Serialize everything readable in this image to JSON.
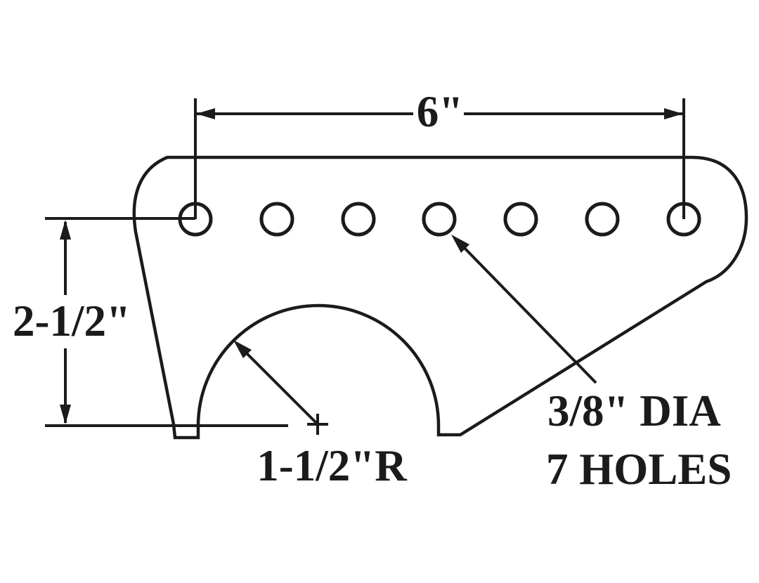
{
  "drawing": {
    "title": "suspension-bracket-dimension-drawing",
    "background": "#ffffff",
    "ink": "#1b1b1b",
    "labels": {
      "span": "6\"",
      "height": "2-1/2\"",
      "radius": "1-1/2\"R",
      "holes_dia": "3/8\" DIA",
      "holes_count": "7 HOLES"
    },
    "part": {
      "hole_count": 7
    }
  }
}
